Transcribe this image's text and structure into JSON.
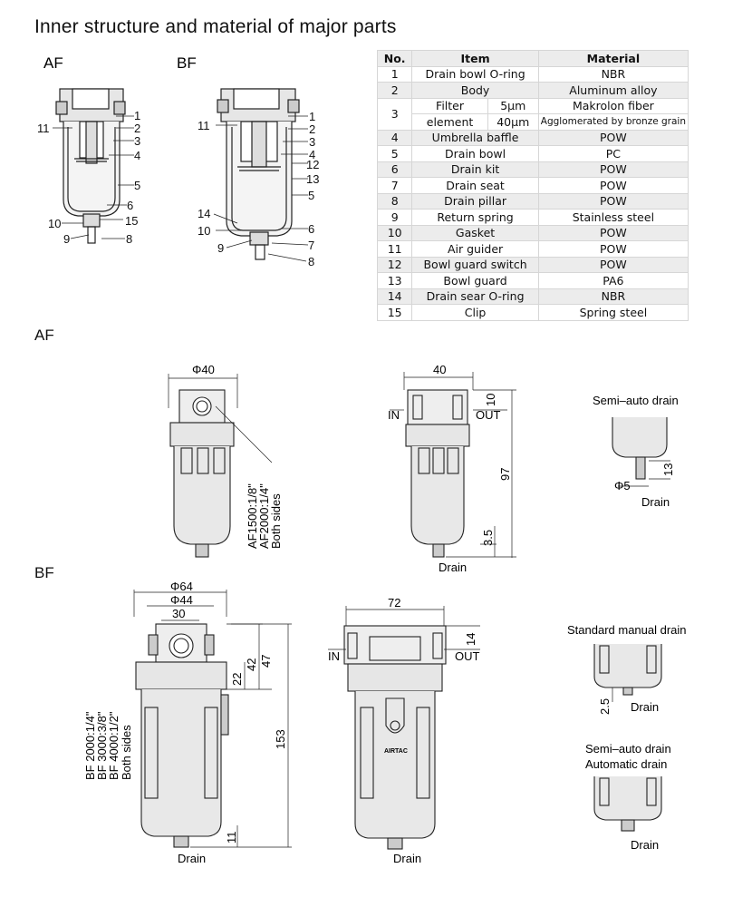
{
  "page_title": "Inner structure and material of major parts",
  "top_labels": {
    "af": "AF",
    "bf": "BF"
  },
  "section_labels": {
    "af": "AF",
    "bf": "BF"
  },
  "af_callouts": [
    "11",
    "1",
    "2",
    "3",
    "4",
    "5",
    "6",
    "15",
    "10",
    "9",
    "8"
  ],
  "bf_callouts": [
    "11",
    "1",
    "2",
    "3",
    "4",
    "12",
    "13",
    "5",
    "14",
    "10",
    "6",
    "7",
    "9",
    "8"
  ],
  "table": {
    "headers": [
      "No.",
      "Item",
      "Material"
    ],
    "rows": [
      {
        "no": "1",
        "item": "Drain bowl O-ring",
        "material": "NBR"
      },
      {
        "no": "2",
        "item": "Body",
        "material": "Aluminum alloy"
      },
      {
        "no": "3",
        "item_a": "Filter",
        "item_b": "element",
        "sub_a": "5μm",
        "sub_b": "40μm",
        "material_a": "Makrolon fiber",
        "material_b": "Agglomerated by bronze grain"
      },
      {
        "no": "4",
        "item": "Umbrella baffle",
        "material": "POW"
      },
      {
        "no": "5",
        "item": "Drain bowl",
        "material": "PC"
      },
      {
        "no": "6",
        "item": "Drain kit",
        "material": "POW"
      },
      {
        "no": "7",
        "item": "Drain seat",
        "material": "POW"
      },
      {
        "no": "8",
        "item": "Drain pillar",
        "material": "POW"
      },
      {
        "no": "9",
        "item": "Return spring",
        "material": "Stainless steel"
      },
      {
        "no": "10",
        "item": "Gasket",
        "material": "POW"
      },
      {
        "no": "11",
        "item": "Air guider",
        "material": "POW"
      },
      {
        "no": "12",
        "item": "Bowl guard switch",
        "material": "POW"
      },
      {
        "no": "13",
        "item": "Bowl guard",
        "material": "PA6"
      },
      {
        "no": "14",
        "item": "Drain sear O-ring",
        "material": "NBR"
      },
      {
        "no": "15",
        "item": "Clip",
        "material": "Spring steel"
      }
    ]
  },
  "af_dims": {
    "phi40": "Φ40",
    "port1": "AF1500:1/8\"",
    "port2": "AF2000:1/4\"",
    "both": "Both sides",
    "w40": "40",
    "d10": "10",
    "d97": "97",
    "d35": "3.5",
    "in": "IN",
    "out": "OUT",
    "drain": "Drain",
    "semi_title": "Semi–auto drain",
    "phi5": "Φ5",
    "d13": "13",
    "semi_drain": "Drain"
  },
  "bf_dims": {
    "phi64": "Φ64",
    "phi44": "Φ44",
    "d30": "30",
    "d22": "22",
    "d42": "42",
    "d47": "47",
    "d153": "153",
    "d11": "11",
    "port1": "BF 2000:1/4\"",
    "port2": "BF 3000:3/8\"",
    "port3": "BF 4000:1/2\"",
    "both": "Both sides",
    "drain": "Drain",
    "w72": "72",
    "d14": "14",
    "in": "IN",
    "out": "OUT",
    "brand": "AIRTAC",
    "drain2": "Drain",
    "std_title": "Standard manual drain",
    "d25": "2.5",
    "std_drain": "Drain",
    "semi_title": "Semi–auto drain",
    "auto_title": "Automatic drain",
    "auto_drain": "Drain"
  }
}
